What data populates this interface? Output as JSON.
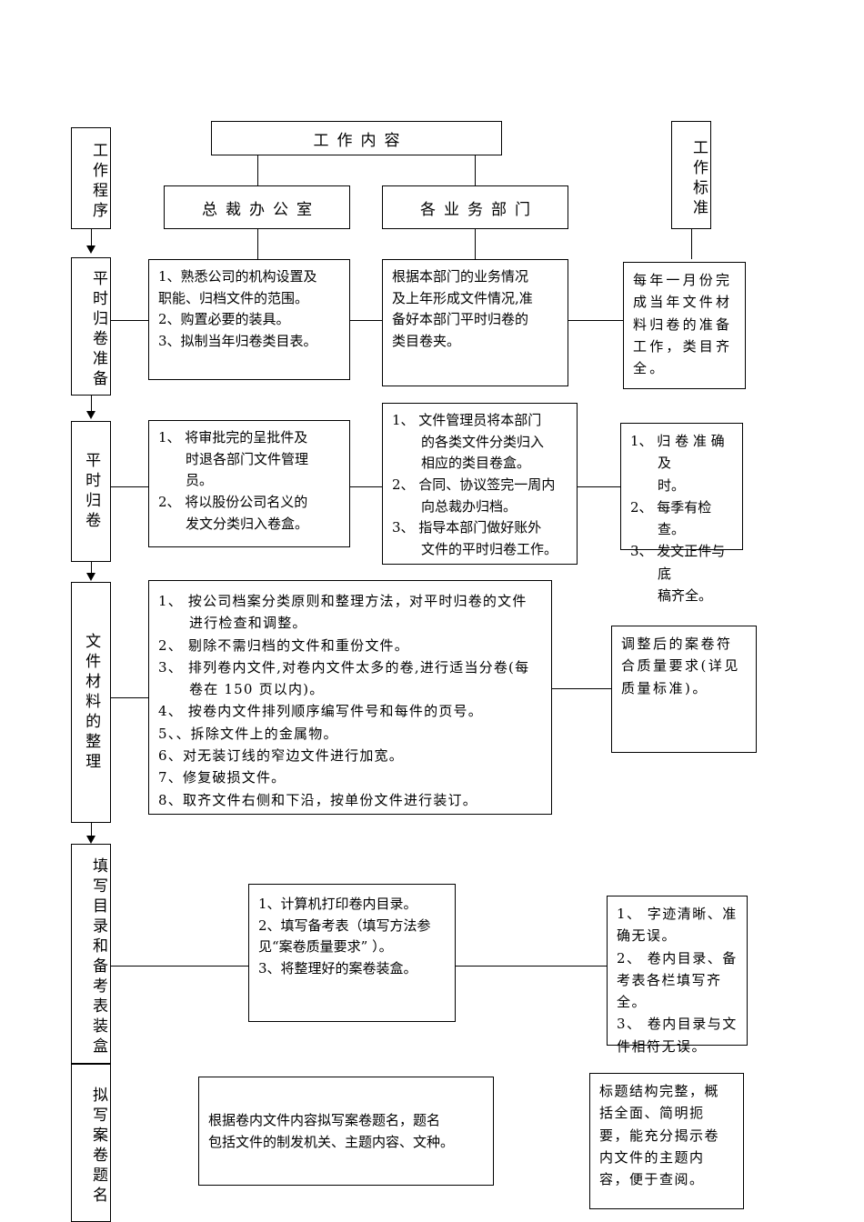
{
  "document": {
    "kind": "archive-filing-workflow-flowchart",
    "language": "zh-CN"
  },
  "headers": {
    "procedure_column": "工作程序",
    "content_title": "工作内容",
    "standard_column": "工作标准",
    "owner_office": "总裁办公室",
    "owner_departments": "各业务部门"
  },
  "stages": [
    {
      "id": "stage-1",
      "label": "平时归卷准备",
      "office": {
        "lines": [
          "1、熟悉公司的机构设置及",
          "职能、归档文件的范围。",
          "2、购置必要的装具。",
          "3、拟制当年归卷类目表。"
        ]
      },
      "departments": {
        "lines": [
          "根据本部门的业务情况",
          "及上年形成文件情况,准",
          "备好本部门平时归卷的",
          "类目卷夹。"
        ]
      },
      "standard": {
        "lines": [
          "每年一月份完",
          "成当年文件材",
          "料归卷的准备",
          "工作，类目齐",
          "全。"
        ]
      }
    },
    {
      "id": "stage-2",
      "label": "平时归卷",
      "office": {
        "lines": [
          "1、 将审批完的呈批件及",
          "时退各部门文件管理",
          "员。",
          "2、 将以股份公司名义的",
          "发文分类归入卷盒。"
        ]
      },
      "departments": {
        "lines": [
          "1、 文件管理员将本部门",
          "的各类文件分类归入",
          "相应的类目卷盒。",
          "2、 合同、协议签完一周内",
          "向总裁办归档。",
          "3、 指导本部门做好账外",
          "文件的平时归卷工作。"
        ]
      },
      "standard": {
        "lines": [
          "1、 归 卷 准 确 及",
          "时。",
          "2、 每季有检查。",
          "3、 发文正件与底",
          "稿齐全。"
        ]
      }
    },
    {
      "id": "stage-3",
      "label": "文件材料的整理",
      "content": {
        "lines": [
          "1、 按公司档案分类原则和整理方法，对平时归卷的文件",
          "进行检查和调整。",
          "2、 剔除不需归档的文件和重份文件。",
          "3、 排列卷内文件,对卷内文件太多的卷,进行适当分卷(每",
          "卷在 150 页以内)。",
          "4、 按卷内文件排列顺序编写件号和每件的页号。",
          "5、、拆除文件上的金属物。",
          "6、对无装订线的窄边文件进行加宽。",
          "7、修复破损文件。",
          "8、取齐文件右侧和下沿，按单份文件进行装订。"
        ]
      },
      "standard": {
        "lines": [
          "调整后的案卷符",
          "合质量要求(详见",
          "质量标准)。"
        ]
      }
    },
    {
      "id": "stage-4",
      "label": "填写目录和备考表装盒",
      "content": {
        "lines": [
          "1、计算机打印卷内目录。",
          "2、填写备考表（填写方法参",
          "见“案卷质量要求” ）。",
          "3、将整理好的案卷装盒。"
        ]
      },
      "standard": {
        "lines": [
          "1、 字迹清晰、准",
          "确无误。",
          "2、 卷内目录、备",
          "考表各栏填写齐",
          "全。",
          "3、 卷内目录与文",
          "件相符无误。"
        ]
      }
    },
    {
      "id": "stage-5",
      "label": "拟写案卷题名",
      "content": {
        "lines": [
          "根据卷内文件内容拟写案卷题名，题名",
          "包括文件的制发机关、主题内容、文种。"
        ]
      },
      "standard": {
        "lines": [
          "标题结构完整，概",
          "括全面、简明扼",
          "要，能充分揭示卷",
          "内文件的主题内",
          "容，便于查阅。"
        ]
      }
    }
  ],
  "colors": {
    "stroke": "#000000",
    "background": "#ffffff",
    "text": "#000000"
  }
}
